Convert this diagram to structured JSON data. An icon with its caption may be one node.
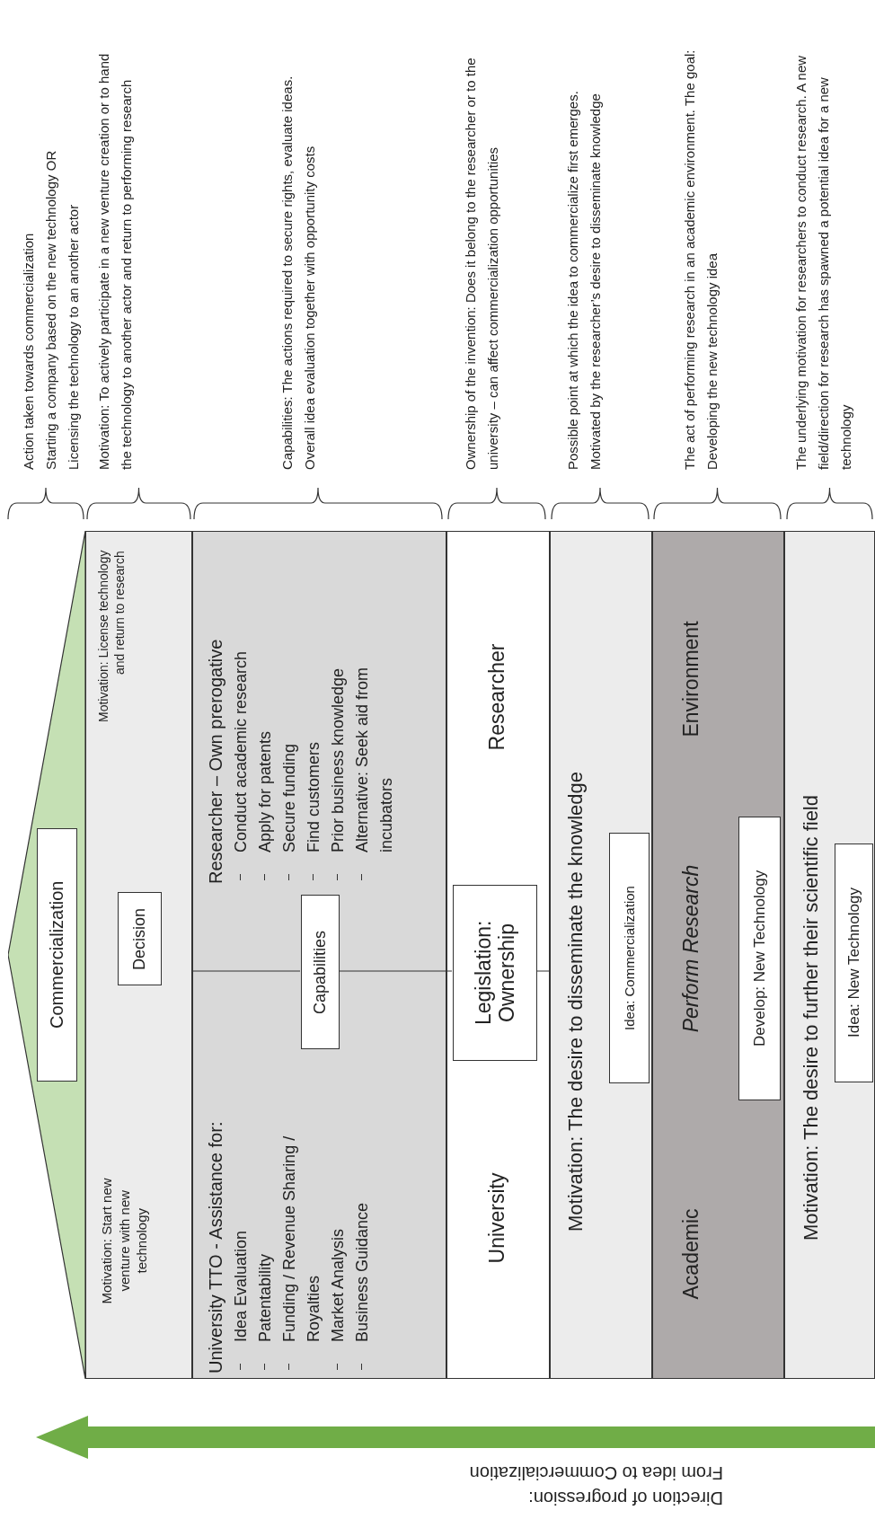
{
  "diagram": {
    "nodes": [
      {
        "text": [],
        "shape": "triangle"
      },
      {
        "text": [
          "Commercialization"
        ],
        "in": 0
      },
      {
        "text": [
          "Motivation: Start new venture with new technology",
          "Motivation: License technology and return to research"
        ]
      },
      {
        "text": [
          "Decision"
        ],
        "in": 2
      },
      {
        "text": [
          "University TTO - Assistance for:",
          "Idea Evaluation",
          "Patentability",
          "Funding / Revenue Sharing / Royalties",
          "Market Analysis",
          "Business Guidance",
          "Researcher – Own prerogative",
          "Conduct academic research",
          "Apply for patents",
          "Secure funding",
          "Find customers",
          "Prior business knowledge",
          "Alternative: Seek aid from incubators"
        ]
      },
      {
        "text": [
          "Capabilities"
        ],
        "in": 4
      },
      {
        "text": [
          "University",
          "Researcher"
        ]
      },
      {
        "text": [
          "Legislation: Ownership"
        ],
        "in": 6
      },
      {
        "text": [
          "Motivation: The desire to disseminate the knowledge"
        ]
      },
      {
        "text": [
          "Idea: Commercialization"
        ],
        "in": 8
      },
      {
        "text": [
          "Academic",
          "Perform Research",
          "Environment"
        ]
      },
      {
        "text": [
          "Develop: New Technology"
        ],
        "in": 10
      },
      {
        "text": [
          "Motivation: The desire to further their scientific field"
        ]
      },
      {
        "text": [
          "Idea: New Technology"
        ],
        "in": 12
      }
    ],
    "labels": [
      "Action taken towards commercialization",
      "Starting a company based on the new technology OR",
      "Licensing the technology to an another actor",
      "Motivation: To actively participate in a new venture creation or to hand the technology to another actor and return to performing research",
      "Capabilities: The actions required to secure rights, evaluate ideas. Overall idea evaluation together with opportunity costs",
      "Ownership of the invention: Does it belong to the researcher or to the university – can affect commercialization opportunities",
      "Possible point at which the idea to commercialize first emerges. Motivated by the researcher’s desire to disseminate knowledge",
      "The act of performing research in an academic environment. The goal: Developing the new technology idea",
      "The underlying motivation for researchers to conduct research. A new field/direction for research has spawned a potential idea for a new technology",
      "Direction of progression:",
      "From idea to Commercialization"
    ]
  }
}
